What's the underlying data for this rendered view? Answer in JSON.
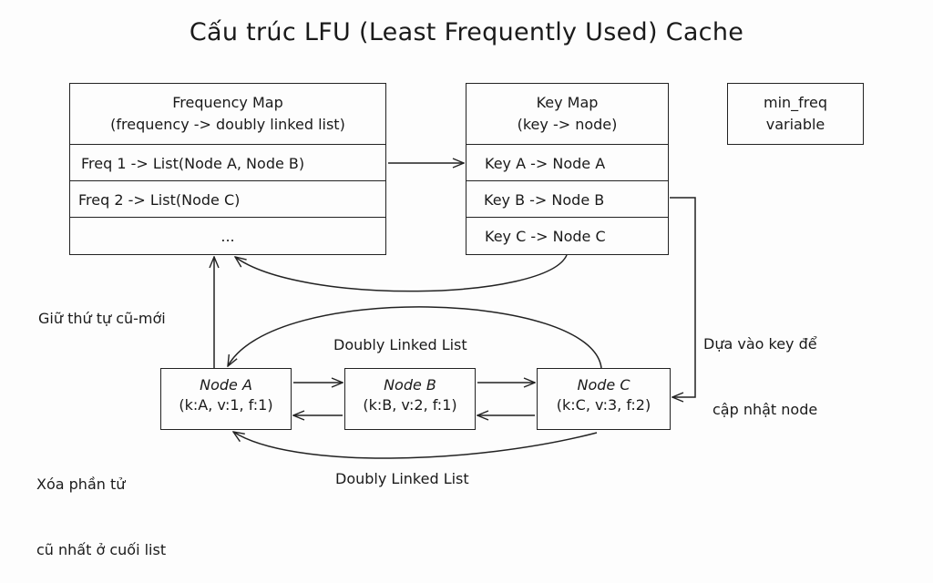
{
  "title": "Cấu trúc LFU (Least Frequently Used) Cache",
  "frequency_map": {
    "header_line1": "Frequency Map",
    "header_line2": "(frequency -> doubly linked list)",
    "rows": [
      "Freq 1 -> List(Node A, Node B)",
      "Freq 2 -> List(Node C)",
      "..."
    ]
  },
  "key_map": {
    "header_line1": "Key Map",
    "header_line2": "(key -> node)",
    "rows": [
      "Key A -> Node A",
      "Key B -> Node B",
      "Key C -> Node C"
    ]
  },
  "min_freq": {
    "line1": "min_freq",
    "line2": "variable"
  },
  "nodes": [
    {
      "name": "Node A",
      "detail": "(k:A, v:1, f:1)"
    },
    {
      "name": "Node B",
      "detail": "(k:B, v:2, f:1)"
    },
    {
      "name": "Node C",
      "detail": "(k:C, v:3, f:2)"
    }
  ],
  "annotations": {
    "keep_order": "Giữ thứ tự cũ-mới",
    "update_by_key_line1": "Dựa vào key để",
    "update_by_key_line2": "cập nhật node",
    "remove_oldest_line1": "Xóa phần tử",
    "remove_oldest_line2": "cũ nhất ở cuối list",
    "dll_top": "Doubly Linked List",
    "dll_bottom": "Doubly Linked List"
  }
}
